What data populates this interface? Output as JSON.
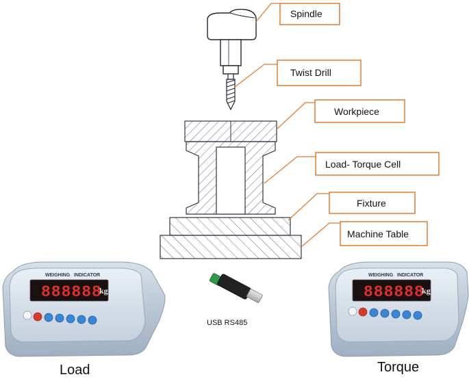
{
  "callouts": {
    "spindle": "Spindle",
    "twist_drill": "Twist Drill",
    "workpiece": "Workpiece",
    "load_torque_cell": "Load- Torque Cell",
    "fixture": "Fixture",
    "machine_table": "Machine Table"
  },
  "indicator_left": {
    "header": "WEIGHING   INDICATOR",
    "display": "888888",
    "unit": "kg",
    "caption": "Load"
  },
  "indicator_right": {
    "header": "WEIGHING   INDICATOR",
    "display": "888888",
    "unit": "kg",
    "caption": "Torque"
  },
  "usb": {
    "label": "USB RS485"
  },
  "colors": {
    "callout_border": "#e07a2a",
    "hatch": "#666677",
    "outline": "#333344",
    "indicator_body": "#b9c6d4",
    "display_bg": "#1a1010",
    "digit": "#e0302a",
    "key_blue": "#3a86d6",
    "key_red": "#d63a2a",
    "usb_green": "#2e9a4a"
  }
}
